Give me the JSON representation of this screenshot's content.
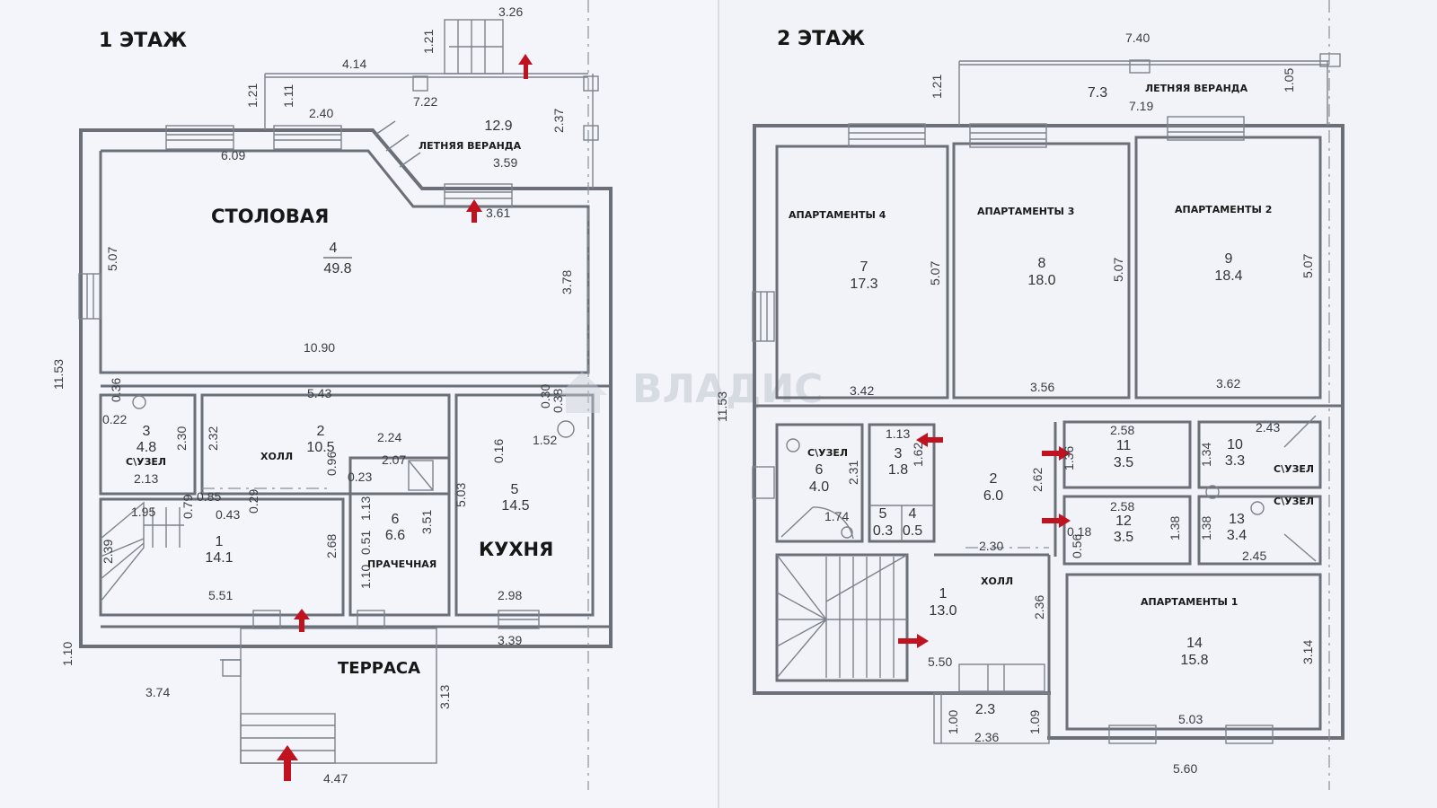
{
  "floor1": {
    "title": "1 ЭТАЖ",
    "rooms": {
      "dining": {
        "label": "СТОЛОВАЯ",
        "num": "4",
        "area": "49.8"
      },
      "veranda": {
        "label": "ЛЕТНЯЯ ВЕРАНДА",
        "area": "12.9"
      },
      "bath": {
        "label": "С\\УЗЕЛ",
        "num": "3",
        "area": "4.8"
      },
      "hall": {
        "label": "ХОЛЛ",
        "num": "2",
        "area": "10.5"
      },
      "laundry": {
        "label": "ПРАЧЕЧНАЯ",
        "num": "6",
        "area": "6.6"
      },
      "kitchen": {
        "label": "КУХНЯ",
        "num": "5",
        "area": "14.5"
      },
      "stair": {
        "num": "1",
        "area": "14.1"
      },
      "terrace": {
        "label": "ТЕРРАСА"
      }
    },
    "dims": {
      "d326": "3.26",
      "d414": "4.14",
      "d121": "1.21",
      "d121b": "1.21",
      "d111": "1.11",
      "d722": "7.22",
      "d240": "2.40",
      "d237": "2.37",
      "d609": "6.09",
      "d359": "3.59",
      "d361": "3.61",
      "d507": "5.07",
      "d378": "3.78",
      "d1090": "10.90",
      "d1153": "11.53",
      "d543": "5.43",
      "d036": "0.36",
      "d030": "0.30",
      "d038": "0.38",
      "d022": "0.22",
      "d230": "2.30",
      "d232": "2.32",
      "d224": "2.24",
      "d207": "2.07",
      "d016": "0.16",
      "d152": "1.52",
      "d213": "2.13",
      "d096": "0.96",
      "d023": "0.23",
      "d085": "0.85",
      "d029": "0.29",
      "d079": "0.79",
      "d195": "1.95",
      "d043": "0.43",
      "d113": "1.13",
      "d351": "3.51",
      "d503": "5.03",
      "d239": "2.39",
      "d051": "0.51",
      "d268": "2.68",
      "d110": "1.10",
      "d551": "5.51",
      "d298": "2.98",
      "d110b": "1.10",
      "d339": "3.39",
      "d374": "3.74",
      "d313": "3.13",
      "d447": "4.47"
    }
  },
  "floor2": {
    "title": "2 ЭТАЖ",
    "rooms": {
      "veranda": {
        "label": "ЛЕТНЯЯ ВЕРАНДА",
        "area": "7.3"
      },
      "apt4": {
        "label": "АПАРТАМЕНТЫ 4",
        "num": "7",
        "area": "17.3"
      },
      "apt3": {
        "label": "АПАРТАМЕНТЫ 3",
        "num": "8",
        "area": "18.0"
      },
      "apt2": {
        "label": "АПАРТАМЕНТЫ 2",
        "num": "9",
        "area": "18.4"
      },
      "bath6": {
        "label": "С\\УЗЕЛ",
        "num": "6",
        "area": "4.0"
      },
      "r3": {
        "num": "3",
        "area": "1.8"
      },
      "r5": {
        "num": "5",
        "area": "0.3"
      },
      "r4": {
        "num": "4",
        "area": "0.5"
      },
      "r2": {
        "num": "2",
        "area": "6.0"
      },
      "r11": {
        "num": "11",
        "area": "3.5"
      },
      "r10": {
        "label": "С\\УЗЕЛ",
        "num": "10",
        "area": "3.3"
      },
      "r12": {
        "num": "12",
        "area": "3.5"
      },
      "r13": {
        "label": "С\\УЗЕЛ",
        "num": "13",
        "area": "3.4"
      },
      "hall": {
        "label": "ХОЛЛ",
        "num": "1",
        "area": "13.0"
      },
      "apt1": {
        "label": "АПАРТАМЕНТЫ 1",
        "num": "14",
        "area": "15.8"
      },
      "balcony": {
        "area": "2.3"
      }
    },
    "dims": {
      "d740": "7.40",
      "d121": "1.21",
      "d105": "1.05",
      "d719": "7.19",
      "d507a": "5.07",
      "d507b": "5.07",
      "d507c": "5.07",
      "d1153": "11.53",
      "d342": "3.42",
      "d356": "3.56",
      "d362": "3.62",
      "d113": "1.13",
      "d162": "1.62",
      "d231": "2.31",
      "d174": "1.74",
      "d262": "2.62",
      "d258a": "2.58",
      "d136": "1.36",
      "d134": "1.34",
      "d243": "2.43",
      "d258b": "2.58",
      "d018": "0.18",
      "d056": "0.56",
      "d138a": "1.38",
      "d138b": "1.38",
      "d245": "2.45",
      "d230": "2.30",
      "d236": "2.36",
      "d314": "3.14",
      "d550": "5.50",
      "d100": "1.00",
      "d109": "1.09",
      "d236b": "2.36",
      "d503": "5.03",
      "d560": "5.60"
    }
  },
  "watermark": "ВЛАДИС"
}
